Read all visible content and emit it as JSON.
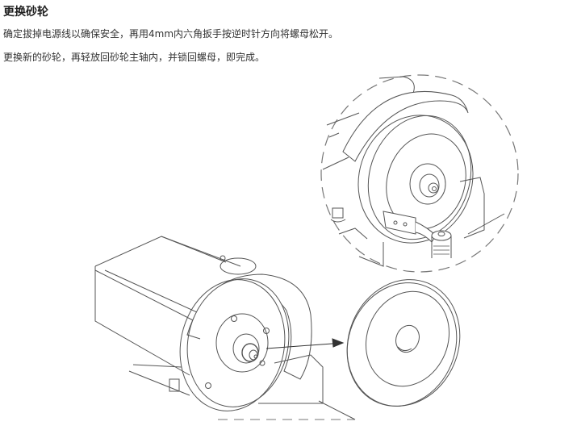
{
  "section": {
    "title": "更换砂轮",
    "steps": [
      "确定拔掉电源线以确保安全，再用4mm内六角扳手按逆时针方向将螺母松开。",
      "更换新的砂轮，再轻放回砂轮主轴内，并锁回螺母，即完成。"
    ]
  },
  "figure": {
    "description": "grinder-wheel-replacement-illustration",
    "line_color": "#555555",
    "dash_color": "#777777"
  }
}
